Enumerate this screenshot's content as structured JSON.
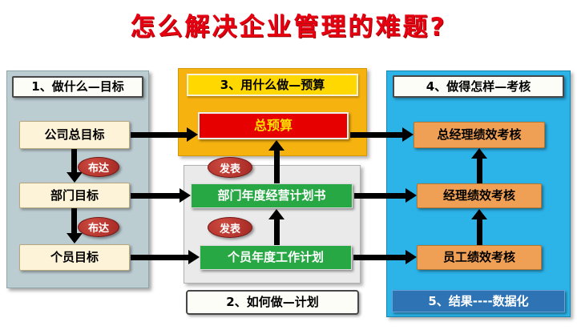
{
  "title": "怎么解决企业管理的难题?",
  "left": {
    "header": "1、做什么—目标",
    "boxes": [
      "公司总目标",
      "部门目标",
      "个员目标"
    ],
    "edge_label": "布达"
  },
  "middle": {
    "budget_header": "3、用什么做—预算",
    "budget_box": "总预算",
    "plan_boxes": [
      "部门年度经营计划书",
      "个员年度工作计划"
    ],
    "edge_label": "发表",
    "plan_header": "2、如何做—计划"
  },
  "right": {
    "header": "4、做得怎样—考核",
    "boxes": [
      "总经理绩效考核",
      "经理绩效考核",
      "员工绩效考核"
    ],
    "footer": "5、结果----数据化"
  },
  "colors": {
    "title_red": "#e60012",
    "left_panel": "#bccdd2",
    "cream_box": "#fdf3d8",
    "gold_panel": "#f6b20f",
    "yellow_header": "#ffd800",
    "budget_red": "#e60000",
    "budget_text": "#ffe000",
    "green_box": "#27a844",
    "gray_panel": "#eaeaea",
    "cyan_panel": "#2cb3e8",
    "orange_box": "#f0a055",
    "blue_footer": "#2e74b5",
    "oval_red": "#a32722",
    "arrow_black": "#000000"
  }
}
